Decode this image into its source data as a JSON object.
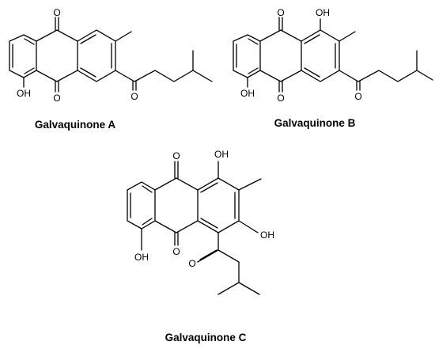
{
  "molecules": [
    {
      "name": "Galvaquinone A",
      "atom_labels": {
        "o_top": "O",
        "o_bottom": "O",
        "oh": "OH",
        "o_ketone": "O"
      }
    },
    {
      "name": "Galvaquinone B",
      "atom_labels": {
        "o_top": "O",
        "o_bottom": "O",
        "oh_top": "OH",
        "oh": "OH",
        "o_ketone": "O"
      }
    },
    {
      "name": "Galvaquinone C",
      "atom_labels": {
        "o_top": "O",
        "o_bottom": "O",
        "oh_top": "OH",
        "oh_right": "OH",
        "oh": "OH",
        "o_ketone": "O"
      }
    }
  ]
}
